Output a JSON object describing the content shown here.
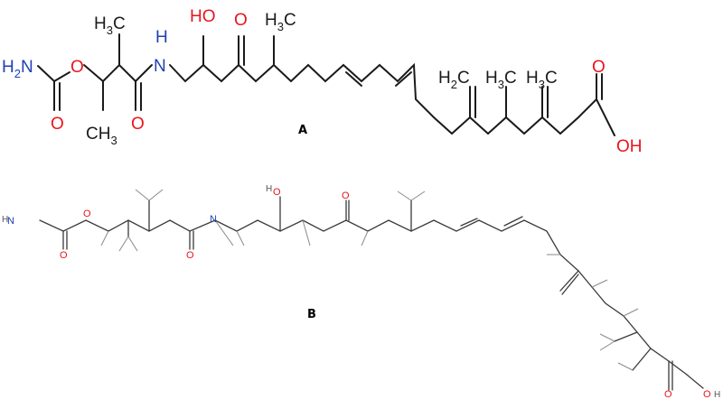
{
  "panels": {
    "a": {
      "label": "A"
    },
    "b": {
      "label": "B"
    }
  },
  "atoms": {
    "h2n": "H",
    "h2n_sub": "2",
    "h2n_n": "N",
    "o": "O",
    "h3c": "H",
    "h3c_sub": "3",
    "c": "C",
    "ch3_c": "CH",
    "ch3_sub": "3",
    "n": "N",
    "h": "H",
    "ho": "HO",
    "h2c": "H",
    "h2c_sub": "2",
    "oh": "OH"
  },
  "colors": {
    "bond": "#1a1a1a",
    "oxygen": "#e8141e",
    "nitrogen": "#1f3fb5",
    "carbon_label": "#1a1a1a",
    "hydrogen": "#555555"
  }
}
